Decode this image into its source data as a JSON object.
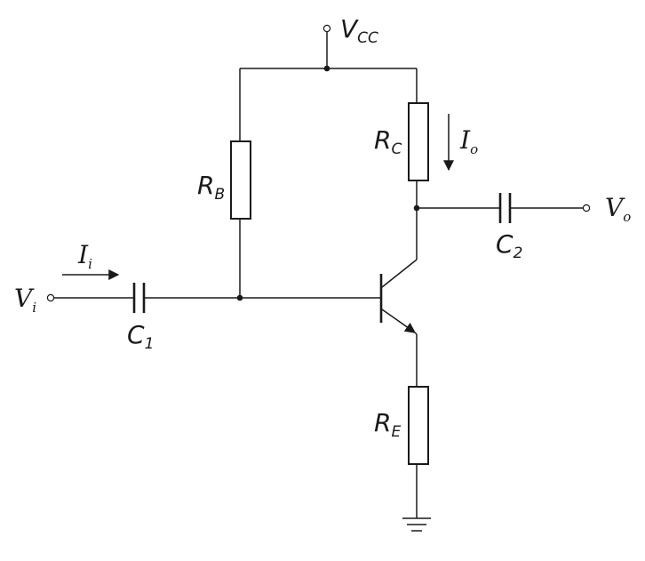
{
  "labels": {
    "vcc": {
      "main": "V",
      "sub": "CC"
    },
    "rb": {
      "main": "R",
      "sub": "B"
    },
    "rc": {
      "main": "R",
      "sub": "C"
    },
    "re": {
      "main": "R",
      "sub": "E"
    },
    "c1": {
      "main": "C",
      "sub": "1"
    },
    "c2": {
      "main": "C",
      "sub": "2"
    },
    "vi": {
      "main": "V",
      "sub": "i"
    },
    "vo": {
      "main": "V",
      "sub": "o"
    },
    "ii": {
      "main": "I",
      "sub": "i"
    },
    "io": {
      "main": "I",
      "sub": "o"
    }
  },
  "colors": {
    "line": "#1a1a1a",
    "background": "#ffffff"
  }
}
